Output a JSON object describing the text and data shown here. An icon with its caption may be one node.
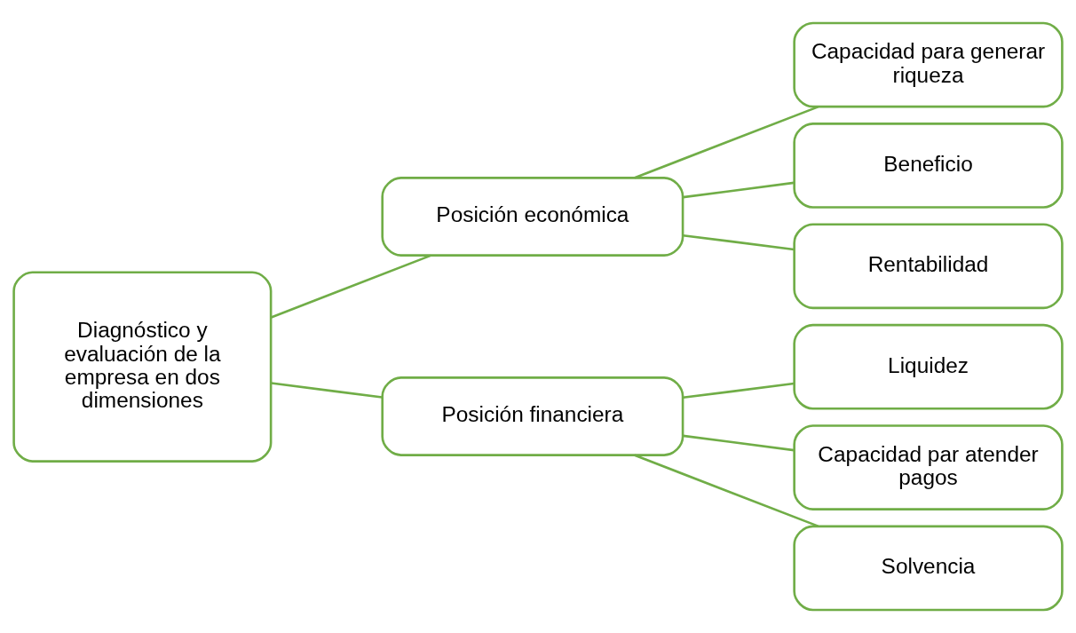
{
  "diagram": {
    "nodes": [
      {
        "text": [
          "Diagnóstico y evaluación de la empresa en dos dimensiones"
        ]
      },
      {
        "text": [
          "Posición económica"
        ]
      },
      {
        "text": [
          "Capacidad para generar riqueza"
        ]
      },
      {
        "text": [
          "Beneficio"
        ]
      },
      {
        "text": [
          "Rentabilidad"
        ]
      },
      {
        "text": [
          "Posición financiera"
        ]
      },
      {
        "text": [
          "Liquidez"
        ]
      },
      {
        "text": [
          "Capacidad par atender pagos"
        ]
      },
      {
        "text": [
          "Solvencia"
        ]
      }
    ],
    "edges": [
      {
        "from": 0,
        "to": 1,
        "arrow": "none"
      },
      {
        "from": 0,
        "to": 5,
        "arrow": "none"
      },
      {
        "from": 1,
        "to": 2,
        "arrow": "none"
      },
      {
        "from": 1,
        "to": 3,
        "arrow": "none"
      },
      {
        "from": 1,
        "to": 4,
        "arrow": "none"
      },
      {
        "from": 5,
        "to": 6,
        "arrow": "none"
      },
      {
        "from": 5,
        "to": 7,
        "arrow": "none"
      },
      {
        "from": 5,
        "to": 8,
        "arrow": "none"
      }
    ]
  }
}
